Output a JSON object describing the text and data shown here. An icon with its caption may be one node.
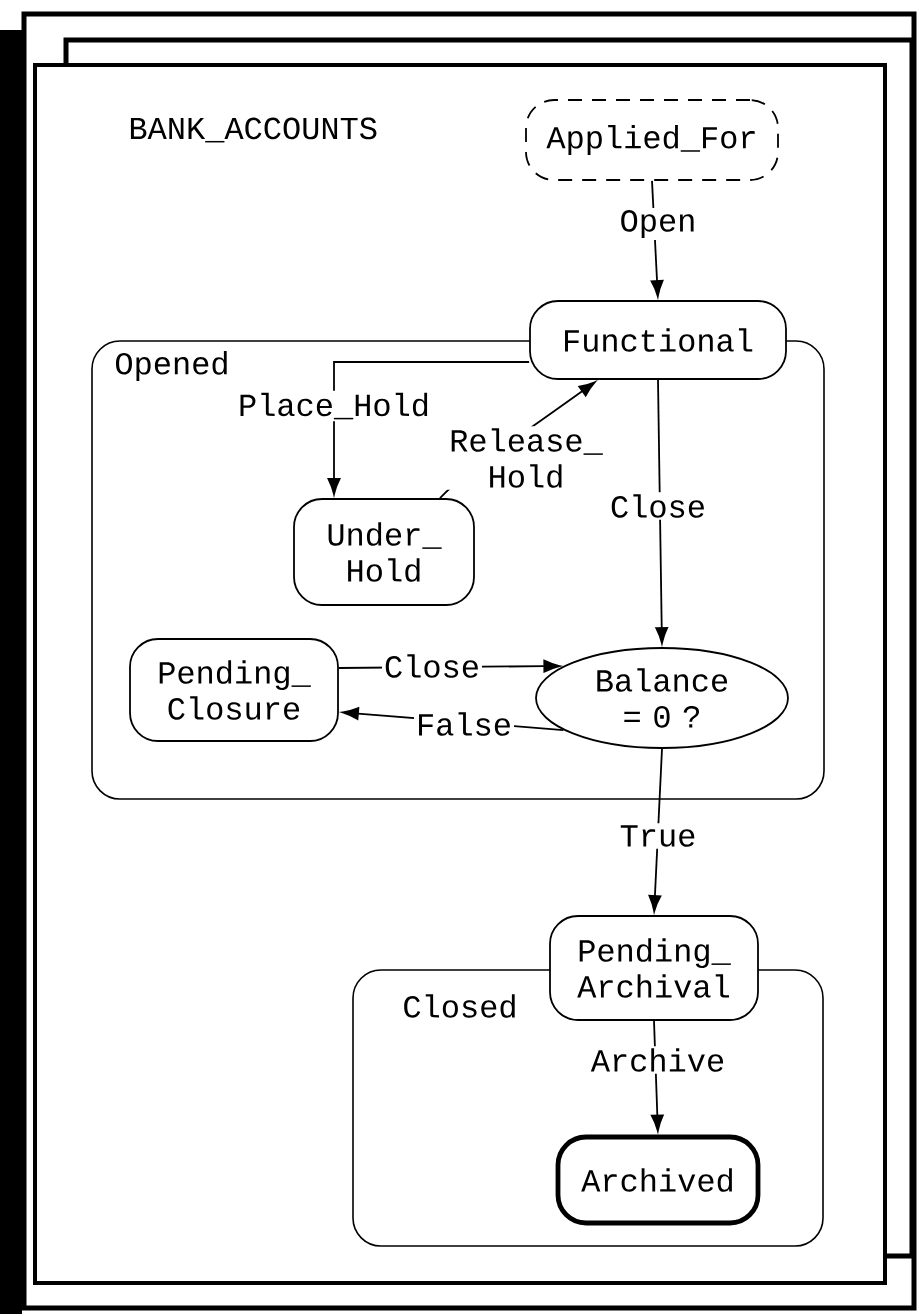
{
  "diagram": {
    "nodes": [
      {
        "text": [
          "BANK_ACCOUNTS"
        ]
      },
      {
        "text": [
          "Applied_For"
        ],
        "in": 0
      },
      {
        "text": [
          "Functional"
        ],
        "in": 0
      },
      {
        "text": [
          "Opened"
        ],
        "in": 0
      },
      {
        "text": [
          "Under_ Hold"
        ],
        "in": 3
      },
      {
        "text": [
          "Pending_ Closure"
        ],
        "in": 3
      },
      {
        "text": [
          "Balance = 0 ?"
        ],
        "in": 3
      },
      {
        "text": [
          "Pending_ Archival"
        ],
        "in": 0
      },
      {
        "text": [
          "Closed"
        ],
        "in": 0
      },
      {
        "text": [
          "Archived"
        ],
        "in": 8
      }
    ],
    "edges": [
      {
        "from": 1,
        "to": 2,
        "arrow": "to",
        "label": "Open"
      },
      {
        "from": 2,
        "to": 4,
        "arrow": "to",
        "label": "Place_Hold"
      },
      {
        "from": 4,
        "to": 2,
        "arrow": "to",
        "label": "Release_ Hold"
      },
      {
        "from": 2,
        "to": 6,
        "arrow": "to",
        "label": "Close"
      },
      {
        "from": 5,
        "to": 6,
        "arrow": "to",
        "label": "Close"
      },
      {
        "from": 6,
        "to": 5,
        "arrow": "to",
        "label": "False"
      },
      {
        "from": 6,
        "to": 7,
        "arrow": "to",
        "label": "True"
      },
      {
        "from": 7,
        "to": 9,
        "arrow": "to",
        "label": "Archive"
      }
    ]
  }
}
